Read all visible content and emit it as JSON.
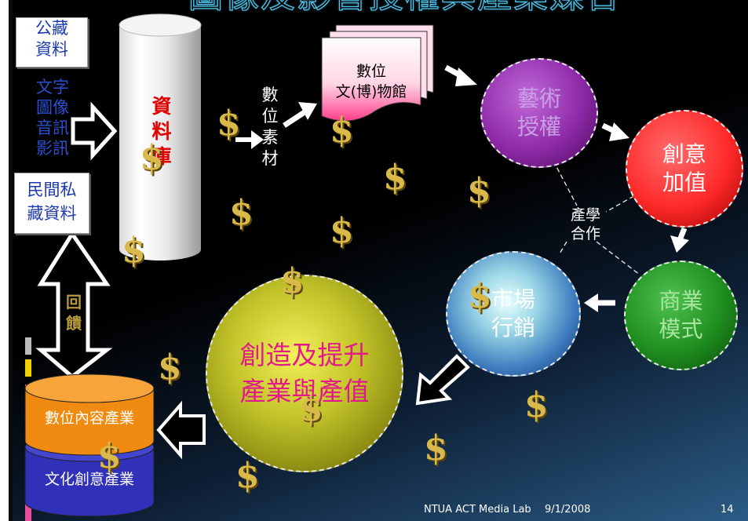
{
  "title": "圖像及影音授權與產業媒合",
  "sources": {
    "public": [
      "公藏",
      "資料"
    ],
    "media": [
      "文字",
      "圖像",
      "音訊",
      "影訊"
    ],
    "private": [
      "民間私",
      "藏資料"
    ]
  },
  "database": [
    "資",
    "料",
    "庫"
  ],
  "digital_material": [
    "數",
    "位",
    "素",
    "材"
  ],
  "museum": [
    "數位",
    "文(博)物館"
  ],
  "cycle": {
    "art_license": [
      "藝術",
      "授權"
    ],
    "creative": [
      "創意",
      "加值"
    ],
    "business": [
      "商業",
      "模式"
    ],
    "marketing": [
      "市場",
      "行銷"
    ],
    "collaboration": [
      "產學",
      "合作"
    ]
  },
  "core": [
    "創造及提升",
    "產業與產值"
  ],
  "industries": {
    "digital_content": "數位內容產業",
    "cultural_creative": "文化創意產業"
  },
  "feedback_label": [
    "回",
    "饋"
  ],
  "dollar_glyph": "$",
  "footer": {
    "lab": "NTUA ACT Media Lab",
    "date": "9/1/2008",
    "page": "14"
  },
  "colors": {
    "note_text": "#1d39b0",
    "database_text": "#e00000",
    "dollar": "#d8b94a",
    "art_license": "#8e2aa8",
    "creative": "#ff2a2a",
    "business": "#1f8f1f",
    "marketing": "#3f7dbf",
    "core": "#9aa018",
    "digital_content": "#f08a10",
    "cultural_creative": "#3030b8"
  }
}
